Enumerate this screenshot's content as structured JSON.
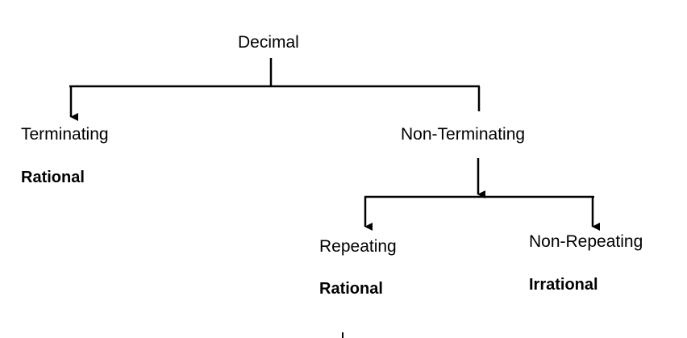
{
  "diagram": {
    "root": {
      "label": "Decimal"
    },
    "terminating": {
      "label": "Terminating",
      "classification": "Rational"
    },
    "non_terminating": {
      "label": "Non-Terminating"
    },
    "repeating": {
      "label": "Repeating",
      "classification": "Rational"
    },
    "non_repeating": {
      "label": "Non-Repeating",
      "classification": "Irrational"
    },
    "colors": {
      "line": "#000000",
      "text": "#000000",
      "background": "#ffffff"
    }
  }
}
